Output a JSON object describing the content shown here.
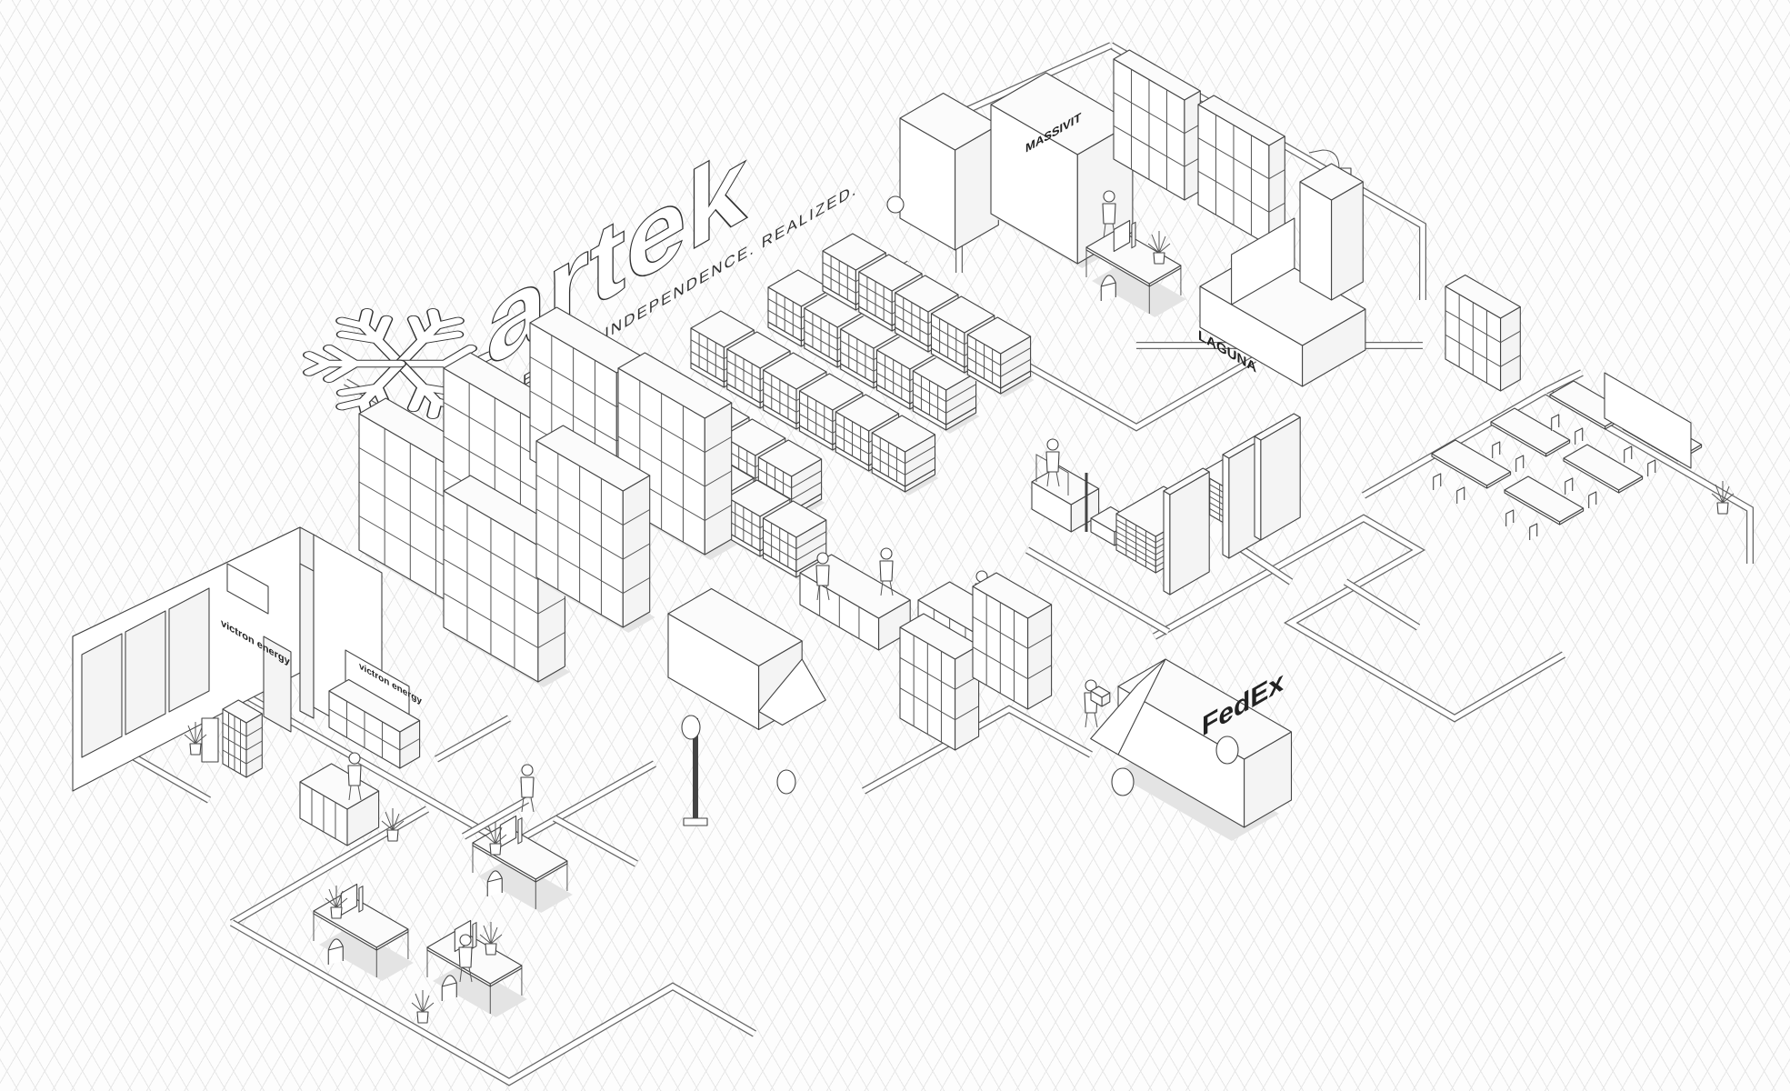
{
  "logo": {
    "wordmark": "artek",
    "tagline": "ENERGY INDEPENDENCE. REALIZED."
  },
  "signage": {
    "printer_brand": "MASSIVIT",
    "cnc_brand": "LAGUNA",
    "van_brand": "FedEx",
    "booth_brand": "victron energy",
    "display_brand": "victron energy"
  },
  "colors": {
    "ink": "#444444",
    "grid": "#e6e6e6",
    "background": "#fdfdfd"
  }
}
